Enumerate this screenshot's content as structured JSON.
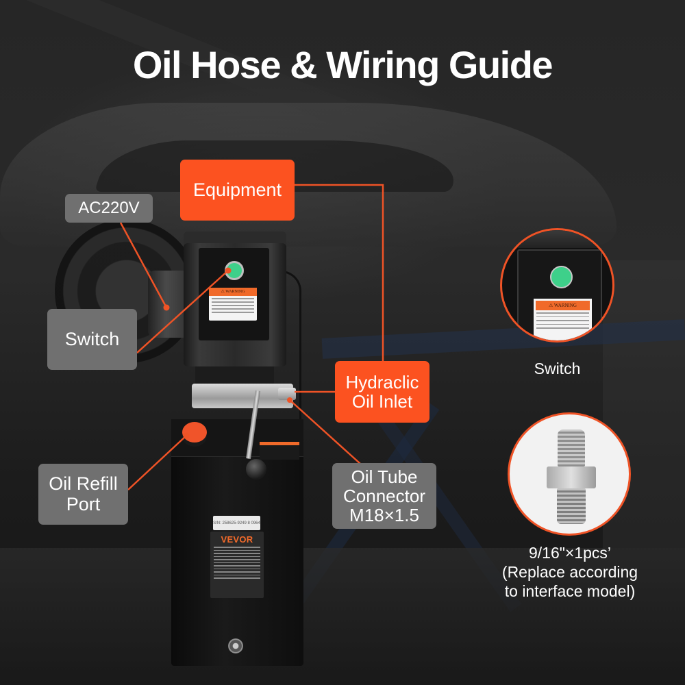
{
  "title": "Oil Hose & Wiring Guide",
  "labels": {
    "equipment": "Equipment",
    "ac": "AC220V",
    "switch": "Switch",
    "inlet_line1": "Hydraclic",
    "inlet_line2": "Oil Inlet",
    "refill_line1": "Oil Refill",
    "refill_line2": "Port",
    "tube_line1": "Oil Tube",
    "tube_line2": "Connector",
    "tube_line3": "M18×1.5"
  },
  "product": {
    "warning_label": "⚠ WARNING",
    "serial": "S/N: 258625-9249 8 0964",
    "brand": "VEVOR"
  },
  "callouts": {
    "switch_caption": "Switch",
    "switch_warning": "⚠ WARNING",
    "fitting_caption_line1": "9/16\"×1pcs’",
    "fitting_caption_line2": "(Replace according",
    "fitting_caption_line3": "to interface model)"
  },
  "colors": {
    "accent_orange": "#fc5220",
    "label_grey": "#707070",
    "switch_green": "#3ed08a"
  }
}
